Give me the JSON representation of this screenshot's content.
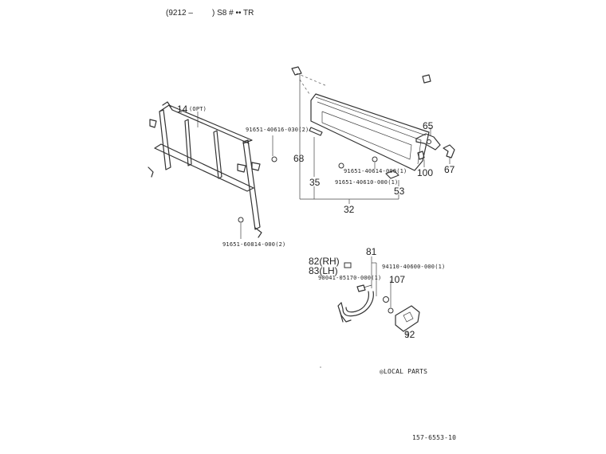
{
  "header": {
    "code_open": "(9212 –",
    "code_close": ") S8 # •• TR"
  },
  "labels": {
    "p14": "14",
    "p14_opt": "(OPT)",
    "p68": "68",
    "p35": "35",
    "p32": "32",
    "p53": "53",
    "p65": "65",
    "p67": "67",
    "p100": "100",
    "p81": "81",
    "p82": "82(RH)",
    "p83": "83(LH)",
    "p107": "107",
    "p92": "92"
  },
  "part_numbers": {
    "bolt_rack_top": "91651-40616-030(2)",
    "bolt_rack_bottom": "91651-60814-000(2)",
    "bolt_gate_a": "91651-40614-000(1)",
    "bolt_gate_b": "91651-40610-000(1)",
    "bolt_chain_a": "94110-40600-000(1)",
    "bolt_chain_b": "90041-05170-000(1)"
  },
  "footer": {
    "local_parts": "◎LOCAL PARTS",
    "drawing_number": "157-6553-10"
  },
  "icons": {
    "local_mark": "bullseye-icon"
  }
}
